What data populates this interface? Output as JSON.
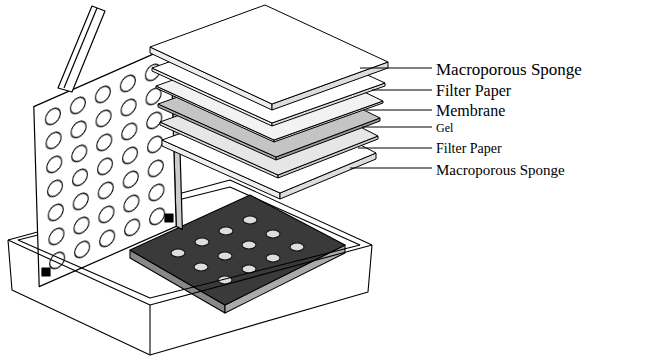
{
  "diagram": {
    "labels": [
      "Macroporous Sponge",
      "Filter Paper",
      "Membrane",
      "Gel",
      "Filter Paper",
      "Macroporous Sponge"
    ]
  }
}
